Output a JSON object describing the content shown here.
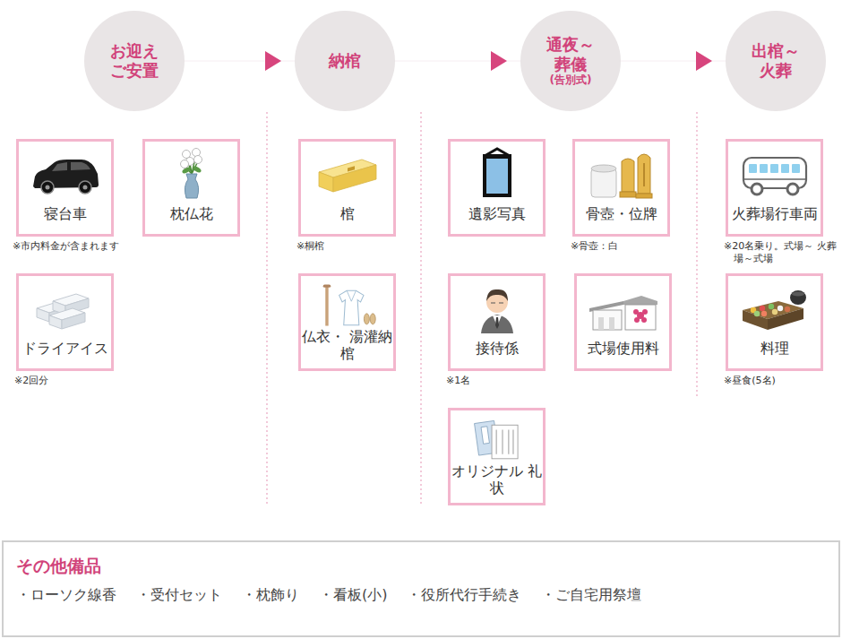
{
  "diagram": {
    "nodes": [
      {
        "text": [
          "お迎え ご安置"
        ]
      },
      {
        "text": [
          "納棺"
        ]
      },
      {
        "text": [
          "通夜～ 葬儀",
          "(告別式)"
        ]
      },
      {
        "text": [
          "出棺～ 火葬"
        ]
      },
      {
        "text": [
          "寝台車"
        ]
      },
      {
        "text": [
          "枕仏花"
        ]
      },
      {
        "text": [
          "ドライアイス"
        ]
      },
      {
        "text": [
          "棺"
        ]
      },
      {
        "text": [
          "仏衣・ 湯灌納棺"
        ]
      },
      {
        "text": [
          "遺影写真"
        ]
      },
      {
        "text": [
          "骨壺・位牌"
        ]
      },
      {
        "text": [
          "接待係"
        ]
      },
      {
        "text": [
          "式場使用料"
        ]
      },
      {
        "text": [
          "オリジナル 礼状"
        ]
      },
      {
        "text": [
          "火葬場行車両"
        ]
      },
      {
        "text": [
          "料理"
        ]
      },
      {
        "text": [
          "その他備品",
          "・ローソク線香",
          "・受付セット",
          "・枕飾り",
          "・看板(小)",
          "・役所代行手続き",
          "・ご自宅用祭壇"
        ]
      }
    ],
    "edges": [
      {
        "from": 0,
        "to": 1,
        "arrow": "to"
      },
      {
        "from": 1,
        "to": 2,
        "arrow": "to"
      },
      {
        "from": 2,
        "to": 3,
        "arrow": "to"
      }
    ],
    "labels": [
      "※市内料金が含まれます",
      "※2回分",
      "※桐棺",
      "※骨壺：白",
      "※1名",
      "※20名乗り。式場～ 火葬場～式場",
      "※昼食(5名)"
    ]
  }
}
